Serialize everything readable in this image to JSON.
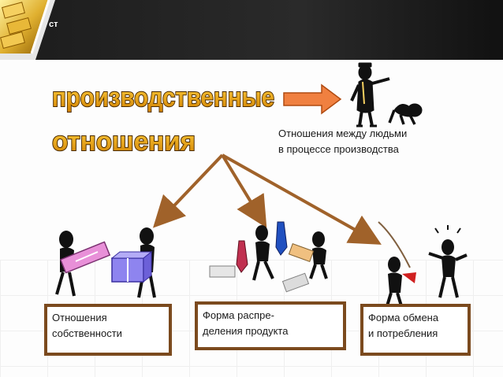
{
  "title": {
    "line1": "производственные",
    "line2": "отношения"
  },
  "definition": {
    "line1": "Отношения между людьми",
    "line2": "в процессе производства"
  },
  "boxes": [
    {
      "line1": "Отношения",
      "line2": "собственности"
    },
    {
      "line1": "Форма распре-",
      "line2": "деления продукта"
    },
    {
      "line1": "Форма обмена",
      "line2": "и потребления"
    }
  ],
  "header_fragment": "ст",
  "colors": {
    "title_fill": "#e0a000",
    "title_outline": "#4a2a00",
    "arrow_right": "#f08040",
    "branch_arrows": "#a0622a",
    "box_border": "#7b4a1e",
    "header_bar": "#1a1a1a",
    "gold": "#d9a521"
  },
  "icons": [
    "gold-bars-icon",
    "boss-figure-icon",
    "bowing-figure-icon",
    "gift-carrying-figures-icon",
    "ties-and-figures-icon",
    "fishing-figures-icon"
  ]
}
